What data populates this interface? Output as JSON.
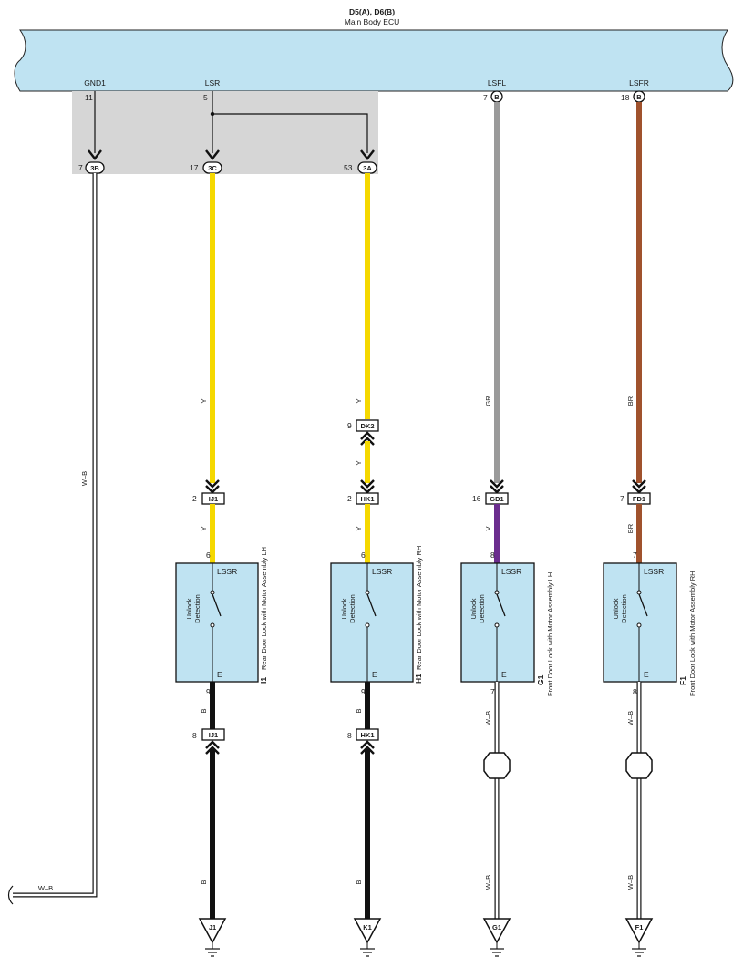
{
  "ecu": {
    "connectors": "D5(A), D6(B)",
    "name": "Main Body ECU",
    "pins": {
      "gnd1": {
        "name": "GND1",
        "num": "11"
      },
      "lsr": {
        "name": "LSR",
        "num": "5"
      },
      "lsfl": {
        "name": "LSFL",
        "num": "7",
        "conn": "B"
      },
      "lsfr": {
        "name": "LSFR",
        "num": "18",
        "conn": "B"
      }
    }
  },
  "junction": {
    "c1": {
      "num": "7",
      "id": "3B"
    },
    "c2": {
      "num": "17",
      "id": "3C"
    },
    "c3": {
      "num": "53",
      "id": "3A"
    }
  },
  "colors": {
    "Y": "#f5d800",
    "GR": "#9a9a9a",
    "BR": "#a0522d",
    "V": "#6b2d8e",
    "B": "#111111",
    "ecu_fill": "#bfe3f2",
    "junction_fill": "#d6d6d6"
  },
  "gnd_wire": {
    "color": "W–B",
    "color_bottom": "W–B"
  },
  "branches": [
    {
      "key": "i1",
      "wire_top": "Y",
      "inline1": {
        "num": "2",
        "id": "IJ1"
      },
      "wire_mid": "Y",
      "pin_top": "6",
      "term_top": "LSSR",
      "term_bottom": "E",
      "switch_label_1": "Unlock",
      "switch_label_2": "Detection",
      "comp_code": "I1",
      "comp_name": "Rear Door Lock with Motor Assembly LH",
      "pin_bottom": "9",
      "wire_bot1": "B",
      "inline2": {
        "num": "8",
        "id": "IJ1"
      },
      "wire_bot2": "B",
      "ground": "J1"
    },
    {
      "key": "h1",
      "wire_top": "Y",
      "dk2": {
        "num": "9",
        "id": "DK2"
      },
      "wire_dk": "Y",
      "inline1": {
        "num": "2",
        "id": "HK1"
      },
      "wire_mid": "Y",
      "pin_top": "6",
      "term_top": "LSSR",
      "term_bottom": "E",
      "switch_label_1": "Unlock",
      "switch_label_2": "Detection",
      "comp_code": "H1",
      "comp_name": "Rear Door Lock with Motor Assembly RH",
      "pin_bottom": "9",
      "wire_bot1": "B",
      "inline2": {
        "num": "8",
        "id": "HK1"
      },
      "wire_bot2": "B",
      "ground": "K1"
    },
    {
      "key": "g1",
      "wire_top": "GR",
      "inline1": {
        "num": "16",
        "id": "GD1"
      },
      "wire_mid": "V",
      "pin_top": "8",
      "term_top": "LSSR",
      "term_bottom": "E",
      "switch_label_1": "Unlock",
      "switch_label_2": "Detection",
      "comp_code": "G1",
      "comp_name": "Front Door Lock with Motor Assembly LH",
      "pin_bottom": "7",
      "wire_bot1": "W–B",
      "wire_bot2": "W–B",
      "ground": "G1"
    },
    {
      "key": "f1",
      "wire_top": "BR",
      "inline1": {
        "num": "7",
        "id": "FD1"
      },
      "wire_mid": "BR",
      "pin_top": "7",
      "term_top": "LSSR",
      "term_bottom": "E",
      "switch_label_1": "Unlock",
      "switch_label_2": "Detection",
      "comp_code": "F1",
      "comp_name": "Front Door Lock with Motor Assembly RH",
      "pin_bottom": "8",
      "wire_bot1": "W–B",
      "wire_bot2": "W–B",
      "ground": "F1"
    }
  ]
}
